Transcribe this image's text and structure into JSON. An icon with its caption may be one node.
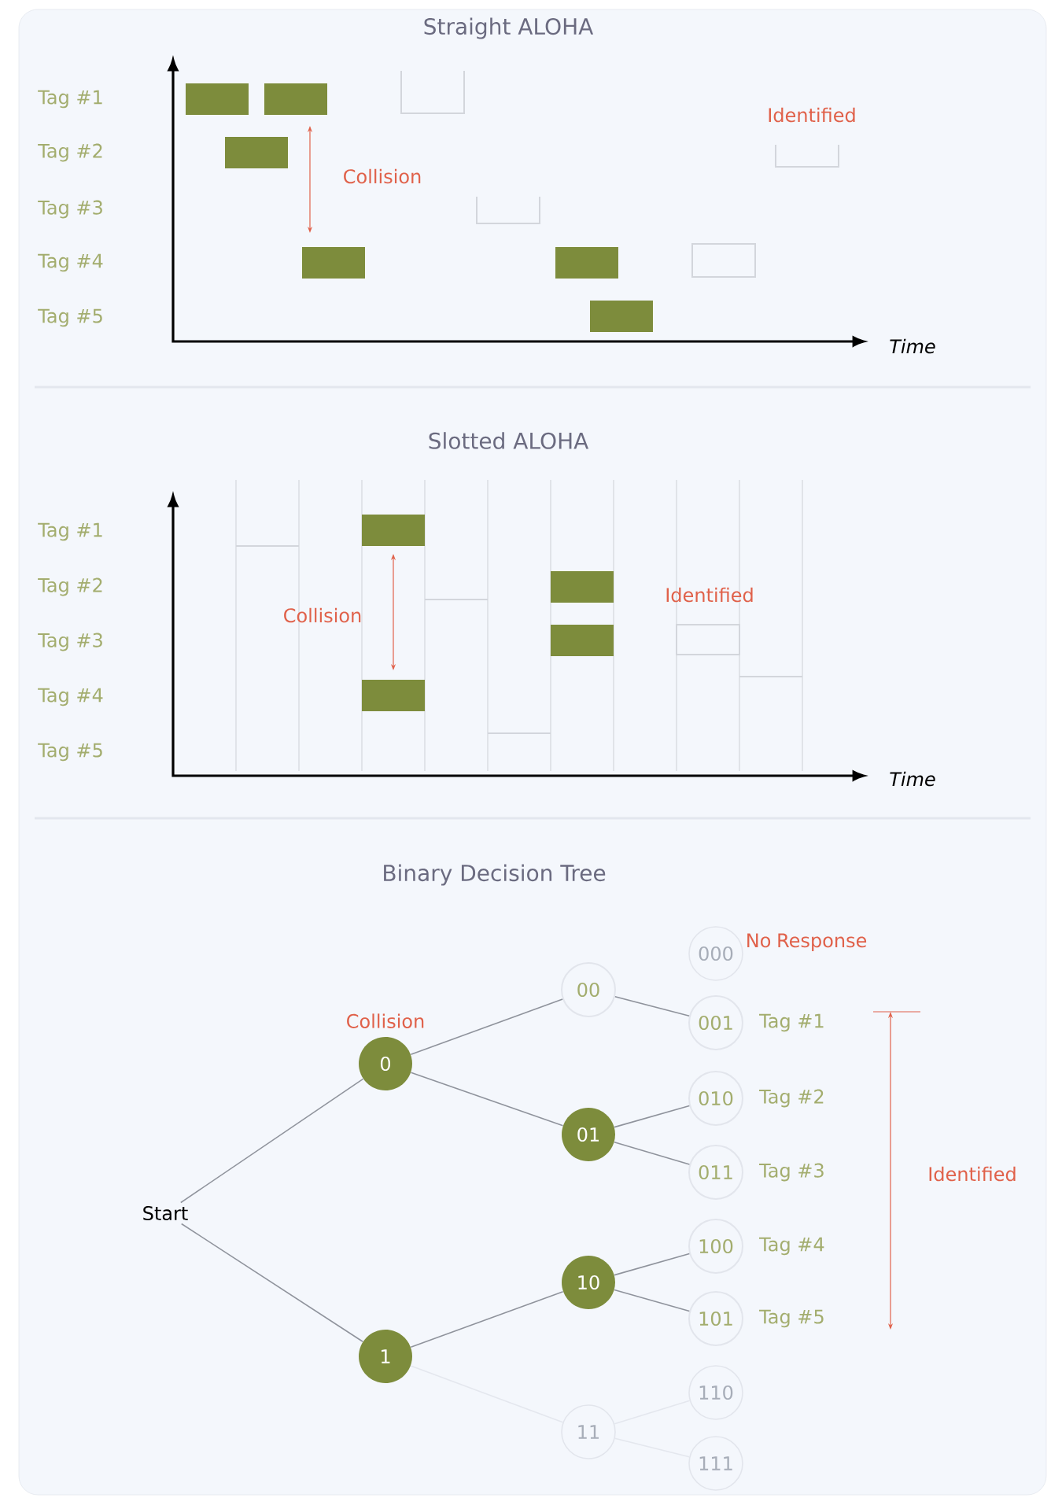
{
  "diagram": {
    "nodes": [
      {
        "text": [
          "Start"
        ]
      },
      {
        "text": [
          "0"
        ],
        "beside": [
          "Collision"
        ]
      },
      {
        "text": [
          "1"
        ]
      },
      {
        "text": [
          "00"
        ]
      },
      {
        "text": [
          "01"
        ]
      },
      {
        "text": [
          "10"
        ]
      },
      {
        "text": [
          "11"
        ]
      },
      {
        "text": [
          "000"
        ],
        "beside": [
          "No Response"
        ]
      },
      {
        "text": [
          "001"
        ],
        "beside": [
          "Tag #1"
        ]
      },
      {
        "text": [
          "010"
        ],
        "beside": [
          "Tag #2"
        ]
      },
      {
        "text": [
          "011"
        ],
        "beside": [
          "Tag #3"
        ]
      },
      {
        "text": [
          "100"
        ],
        "beside": [
          "Tag #4"
        ]
      },
      {
        "text": [
          "101"
        ],
        "beside": [
          "Tag #5"
        ]
      },
      {
        "text": [
          "110"
        ]
      },
      {
        "text": [
          "111"
        ]
      }
    ],
    "edges": [
      {
        "from": 0,
        "to": 1,
        "arrow": "none"
      },
      {
        "from": 0,
        "to": 2,
        "arrow": "none"
      },
      {
        "from": 1,
        "to": 3,
        "arrow": "none"
      },
      {
        "from": 1,
        "to": 4,
        "arrow": "none"
      },
      {
        "from": 2,
        "to": 5,
        "arrow": "none"
      },
      {
        "from": 2,
        "to": 6,
        "arrow": "none",
        "color": "#e4e7ee"
      },
      {
        "from": 3,
        "to": 8,
        "arrow": "none"
      },
      {
        "from": 4,
        "to": 9,
        "arrow": "none"
      },
      {
        "from": 4,
        "to": 10,
        "arrow": "none"
      },
      {
        "from": 5,
        "to": 11,
        "arrow": "none"
      },
      {
        "from": 5,
        "to": 12,
        "arrow": "none"
      },
      {
        "from": 6,
        "to": 13,
        "arrow": "none",
        "color": "#e4e7ee"
      },
      {
        "from": 6,
        "to": 14,
        "arrow": "none",
        "color": "#e4e7ee"
      }
    ],
    "labels": [
      "Straight ALOHA",
      "Tag #1",
      "Tag #2",
      "Tag #3",
      "Tag #4",
      "Tag #5",
      "Identified",
      "Collision",
      "Time",
      "Slotted ALOHA",
      "Tag #1",
      "Tag #2",
      "Tag #3",
      "Tag #4",
      "Tag #5",
      "Collision",
      "Identified",
      "Time",
      "Binary Decision Tree",
      "Identified"
    ]
  }
}
